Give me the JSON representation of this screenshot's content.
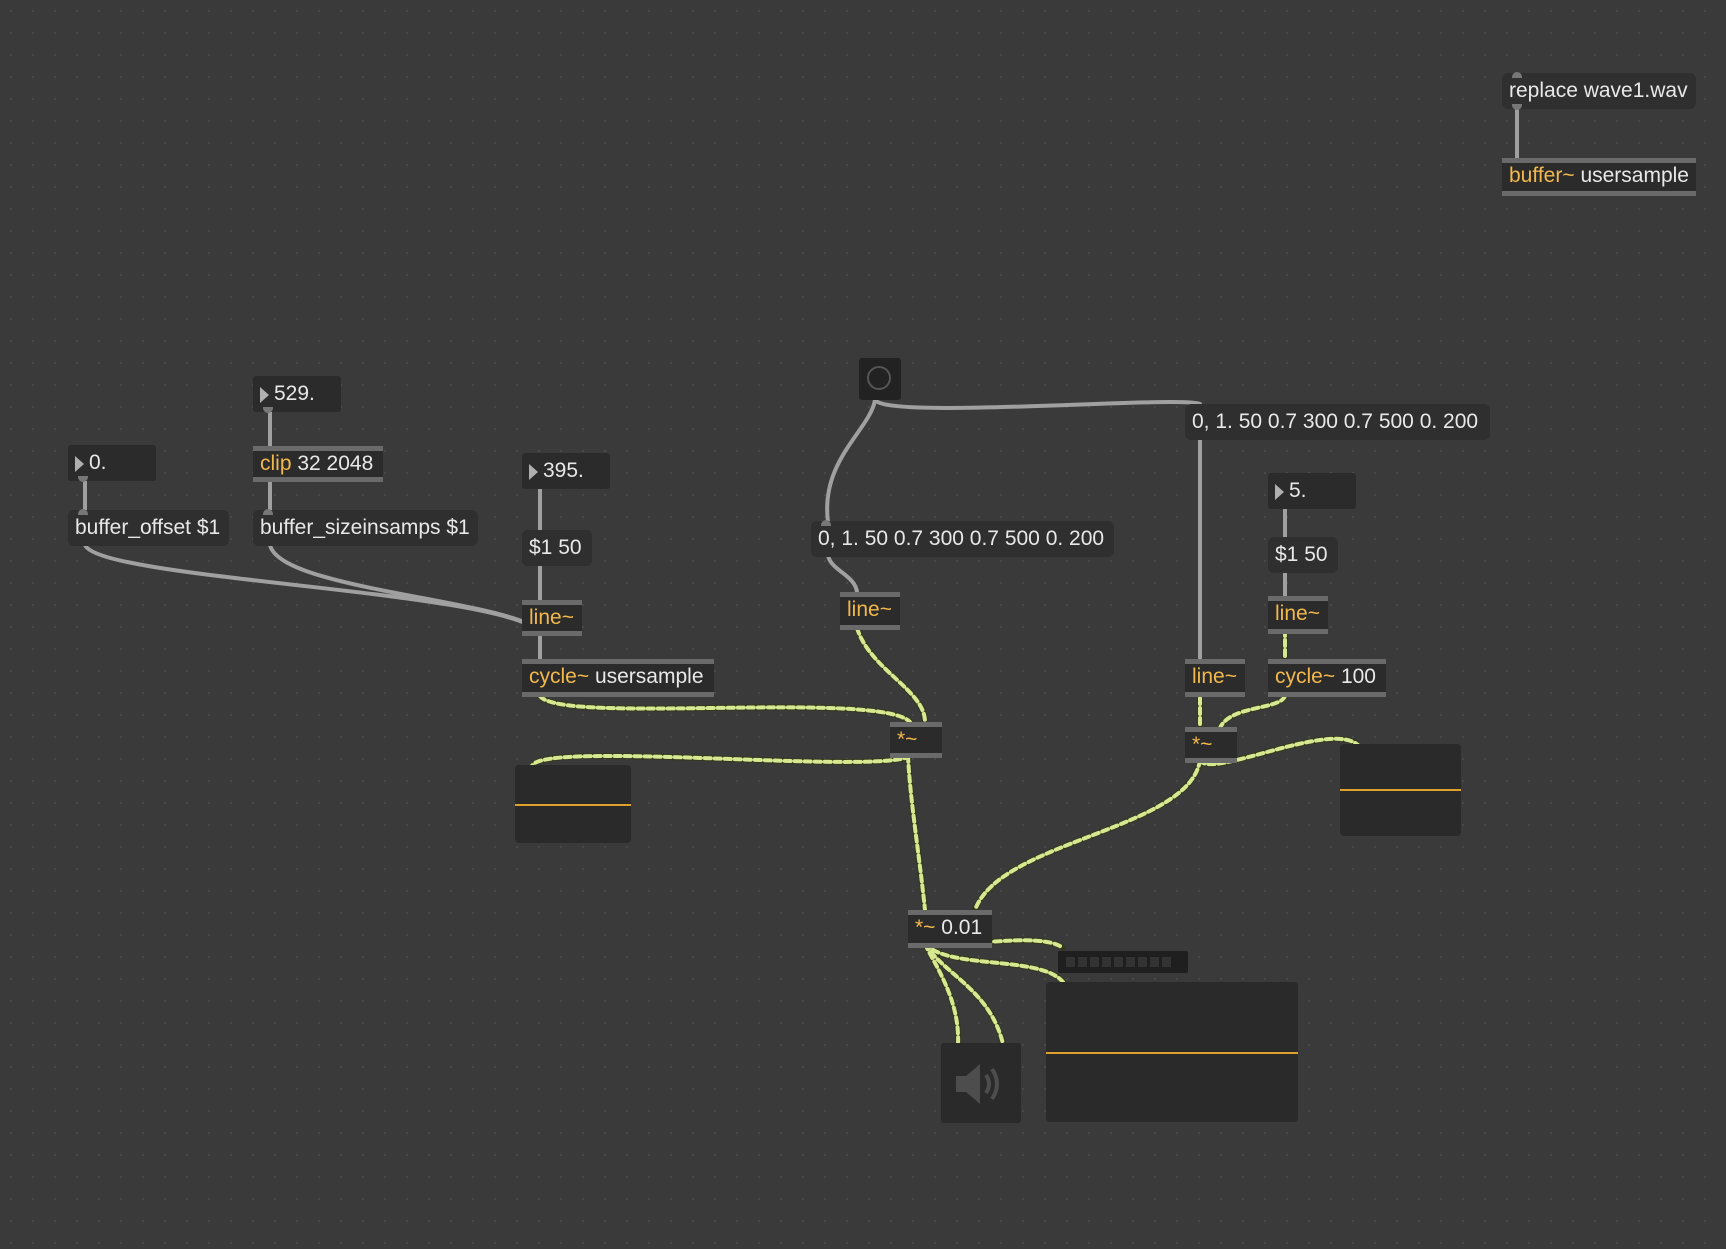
{
  "buffer_section": {
    "replace_message": "replace wave1.wav",
    "buffer_keyword": "buffer~",
    "buffer_arg": "usersample"
  },
  "wavetable_section": {
    "offset_number": "0.",
    "size_number": "529.",
    "clip_keyword": "clip",
    "clip_args": "32 2048",
    "offset_message": "buffer_offset $1",
    "size_message": "buffer_sizeinsamps $1",
    "freq_number": "395.",
    "freq_ramp_message": "$1 50",
    "freq_line_keyword": "line~",
    "cycle_keyword": "cycle~",
    "cycle_arg": "usersample"
  },
  "envelope_section": {
    "envelope_message": "0, 1. 50 0.7 300 0.7 500 0. 200",
    "env_line_keyword": "line~",
    "mult_keyword": "*~"
  },
  "modulator_section": {
    "envelope_message": "0, 1. 50 0.7 300 0.7 500 0. 200",
    "env_line_keyword": "line~",
    "freq_number": "5.",
    "freq_ramp_message": "$1 50",
    "freq_line_keyword": "line~",
    "cycle_keyword": "cycle~",
    "cycle_arg": "100",
    "mult_keyword": "*~"
  },
  "output_section": {
    "gain_keyword": "*~",
    "gain_arg": "0.01"
  },
  "colors": {
    "canvas": "#3a3a3a",
    "object": "#2b2b2b",
    "keyword": "#f2b84b",
    "signal_cord": "#d6e890",
    "control_cord": "#a8a8a8",
    "scope_trace": "#e0a02c"
  },
  "icons": [
    "bang-icon",
    "speaker-icon",
    "play-triangle-icon"
  ]
}
